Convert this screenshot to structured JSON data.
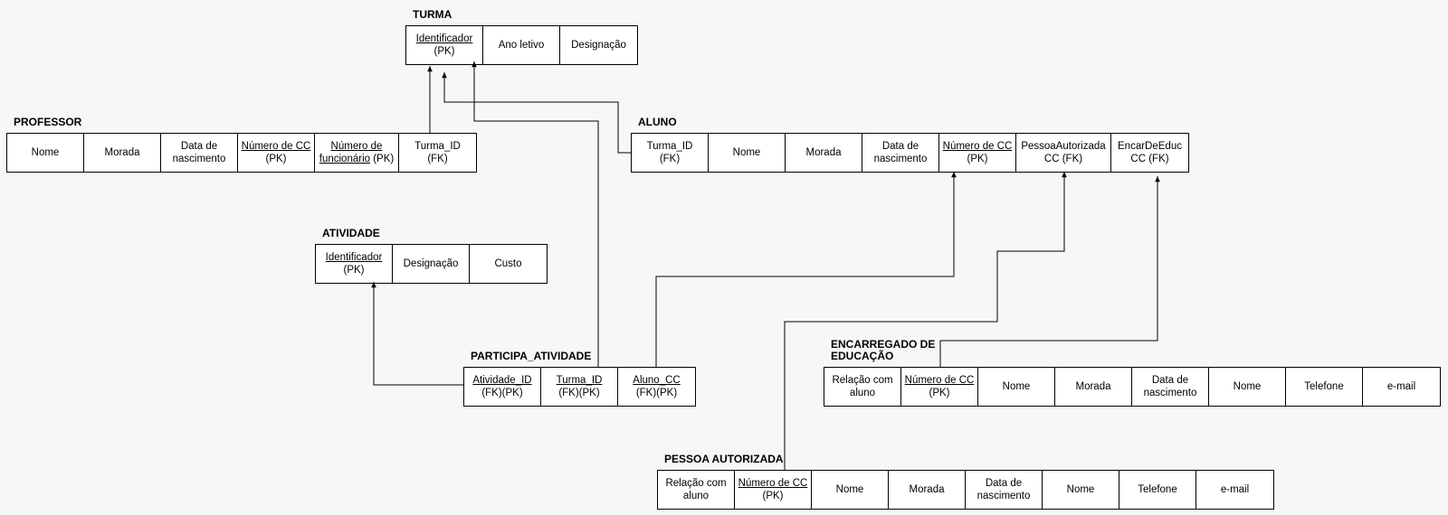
{
  "entities": {
    "turma": {
      "title": "TURMA",
      "cells": [
        {
          "l1": "Identificador",
          "l1u": true,
          "l2": "(PK)"
        },
        {
          "l1": "Ano letivo",
          "l2": ""
        },
        {
          "l1": "Designação",
          "l2": ""
        }
      ]
    },
    "professor": {
      "title": "PROFESSOR",
      "cells": [
        {
          "l1": "Nome",
          "l2": ""
        },
        {
          "l1": "Morada",
          "l2": ""
        },
        {
          "l1": "Data de",
          "l2": "nascimento"
        },
        {
          "l1": "Número de CC",
          "l1u": true,
          "l2": "(PK)"
        },
        {
          "l1": "Número de",
          "l1u": true,
          "l2a": "funcionário",
          "l2b": " (PK)"
        },
        {
          "l1": "Turma_ID",
          "l2": "(FK)"
        }
      ]
    },
    "aluno": {
      "title": "ALUNO",
      "cells": [
        {
          "l1": "Turma_ID",
          "l2": "(FK)"
        },
        {
          "l1": "Nome",
          "l2": ""
        },
        {
          "l1": "Morada",
          "l2": ""
        },
        {
          "l1": "Data de",
          "l2": "nascimento"
        },
        {
          "l1": "Número de CC",
          "l1u": true,
          "l2": "(PK)"
        },
        {
          "l1": "PessoaAutorizada",
          "l2": "CC (FK)"
        },
        {
          "l1": "EncarDeEduc",
          "l2": "CC (FK)"
        }
      ]
    },
    "atividade": {
      "title": "ATIVIDADE",
      "cells": [
        {
          "l1": "Identificador",
          "l1u": true,
          "l2": "(PK)"
        },
        {
          "l1": "Designação",
          "l2": ""
        },
        {
          "l1": "Custo",
          "l2": ""
        }
      ]
    },
    "participa": {
      "title": "PARTICIPA_ATIVIDADE",
      "cells": [
        {
          "l1": "Atividade_ID",
          "l1u": true,
          "l2": "(FK)(PK)"
        },
        {
          "l1": "Turma_ID",
          "l1u": true,
          "l2": "(FK)(PK)"
        },
        {
          "l1": "Aluno_CC",
          "l1u": true,
          "l2": "(FK)(PK)"
        }
      ]
    },
    "encarregado": {
      "title": "ENCARREGADO DE EDUCAÇÃO",
      "cells": [
        {
          "l1": "Relação com",
          "l2": "aluno"
        },
        {
          "l1": "Número de CC",
          "l1u": true,
          "l2": "(PK)"
        },
        {
          "l1": "Nome",
          "l2": ""
        },
        {
          "l1": "Morada",
          "l2": ""
        },
        {
          "l1": "Data de",
          "l2": "nascimento"
        },
        {
          "l1": "Nome",
          "l2": ""
        },
        {
          "l1": "Telefone",
          "l2": ""
        },
        {
          "l1": "e-mail",
          "l2": ""
        }
      ]
    },
    "pessoa": {
      "title": "PESSOA AUTORIZADA",
      "cells": [
        {
          "l1": "Relação com",
          "l2": "aluno"
        },
        {
          "l1": "Número de CC",
          "l1u": true,
          "l2": "(PK)"
        },
        {
          "l1": "Nome",
          "l2": ""
        },
        {
          "l1": "Morada",
          "l2": ""
        },
        {
          "l1": "Data de",
          "l2": "nascimento"
        },
        {
          "l1": "Nome",
          "l2": ""
        },
        {
          "l1": "Telefone",
          "l2": ""
        },
        {
          "l1": "e-mail",
          "l2": ""
        }
      ]
    }
  },
  "colors": {
    "line": "#000000",
    "cell_bg": "#ffffff",
    "background": "#f7f7f7"
  }
}
